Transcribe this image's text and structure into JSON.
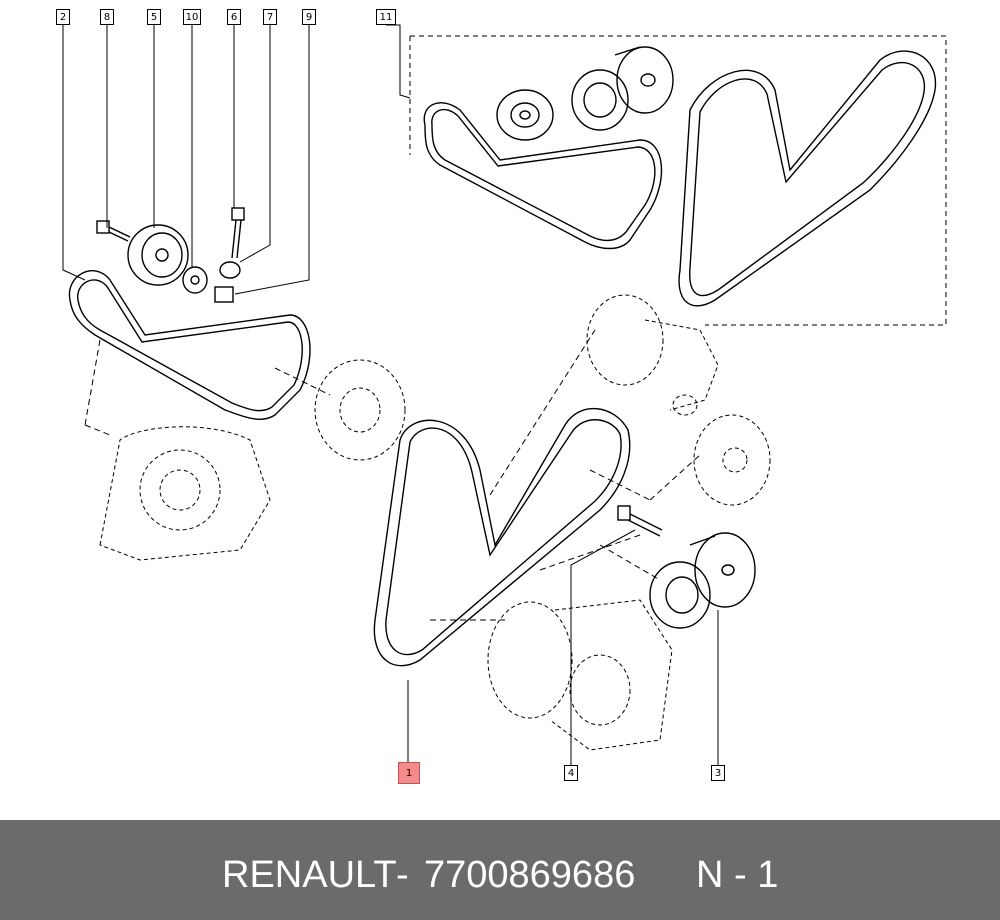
{
  "diagram": {
    "callouts": [
      {
        "id": "c2",
        "label": "2"
      },
      {
        "id": "c8",
        "label": "8"
      },
      {
        "id": "c5",
        "label": "5"
      },
      {
        "id": "c10",
        "label": "10"
      },
      {
        "id": "c6",
        "label": "6"
      },
      {
        "id": "c7",
        "label": "7"
      },
      {
        "id": "c9",
        "label": "9"
      },
      {
        "id": "c11",
        "label": "11"
      },
      {
        "id": "c1",
        "label": "1",
        "highlighted": true
      },
      {
        "id": "c4",
        "label": "4"
      },
      {
        "id": "c3",
        "label": "3"
      }
    ],
    "highlight_color": "#f28b8b"
  },
  "footer": {
    "brand": "RENAULT",
    "separator": "-",
    "part_number": "7700869686",
    "page_ref": "N - 1",
    "background": "#6b6b6b"
  }
}
